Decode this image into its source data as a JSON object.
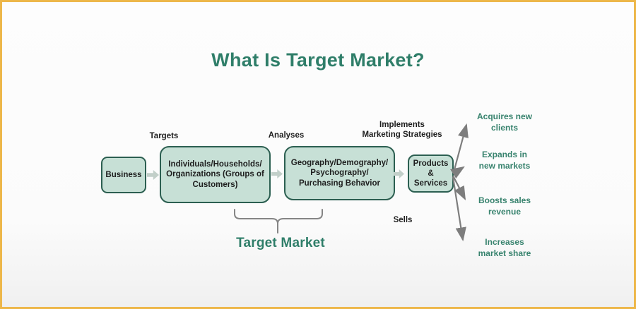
{
  "title": "What Is Target Market?",
  "flow": {
    "business_box": "Business",
    "customers_box": "Individuals/Households/\nOrganizations (Groups of\nCustomers)",
    "analysis_box": "Geography/Demography/\nPsychography/\nPurchasing Behavior",
    "products_box": "Products\n&\nServices",
    "labels": {
      "targets": "Targets",
      "analyses": "Analyses",
      "implements": "Implements\nMarketing Strategies",
      "sells": "Sells"
    }
  },
  "brace_label": "Target Market",
  "outcomes": [
    "Acquires new\nclients",
    "Expands in\nnew markets",
    "Boosts sales\nrevenue",
    "Increases\nmarket share"
  ],
  "colors": {
    "frame_gold": "#EDB74A",
    "box_fill": "#C7E0D6",
    "box_border": "#2C5F51",
    "heading_green": "#2F7E69",
    "outcome_green": "#38836E",
    "connector_gray": "#7D7D7D",
    "block_arrow_gray_green": "#C2CFC9",
    "text_dark": "#1E1E1E"
  }
}
